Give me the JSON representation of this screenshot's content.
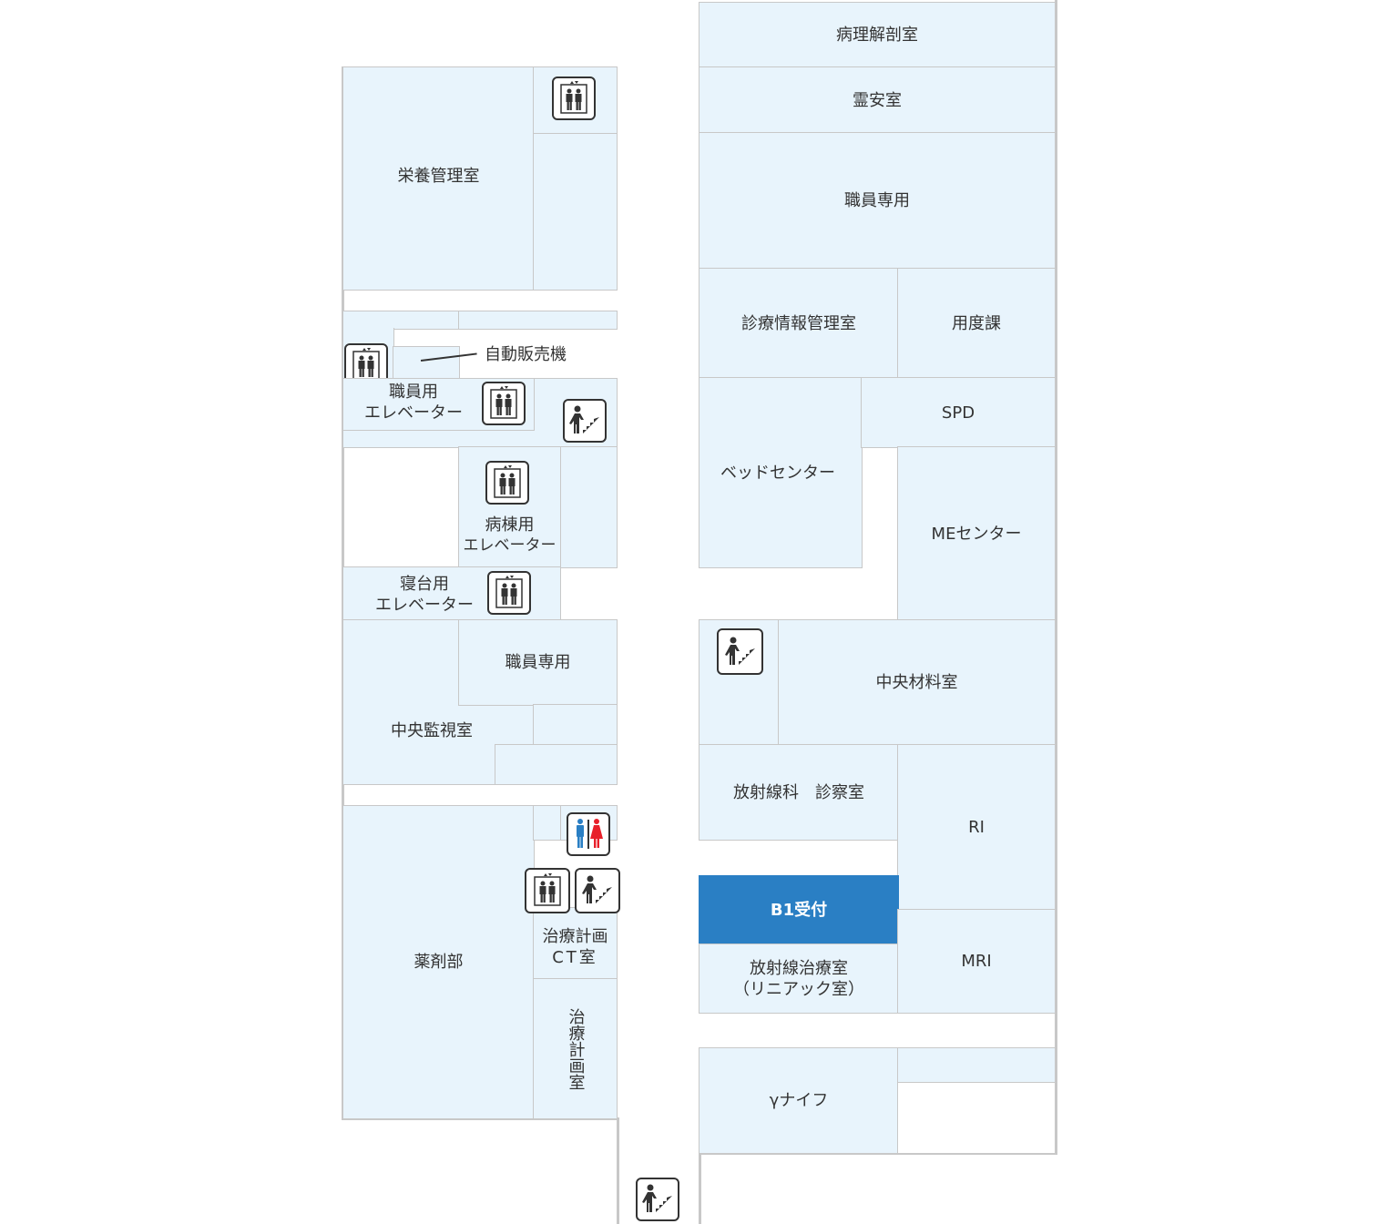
{
  "floor": "B1",
  "colors": {
    "room_fill": "#e8f4fc",
    "wall": "#c8c8c8",
    "accent": "#2a7fc4",
    "male": "#2a7fc4",
    "female": "#e8202a"
  },
  "left_wing": {
    "nutrition": "栄養管理室",
    "vending": "自動販売機",
    "staff_elevator": [
      "職員用",
      "エレベーター"
    ],
    "ward_elevator": [
      "病棟用",
      "エレベーター"
    ],
    "bed_elevator": [
      "寝台用",
      "エレベーター"
    ],
    "staff_only": "職員専用",
    "central_monitoring": "中央監視室",
    "pharmacy": "薬剤部",
    "ct_planning": [
      "治療計画",
      "CT室"
    ],
    "planning_room": "治療計画室"
  },
  "right_wing": {
    "pathology": "病理解剖室",
    "mortuary": "霊安室",
    "staff_only": "職員専用",
    "medical_records": "診療情報管理室",
    "supplies": "用度課",
    "spd": "SPD",
    "bed_center": "ベッドセンター",
    "me_center": "MEセンター",
    "central_supply": "中央材料室",
    "radiology_exam": "放射線科　診察室",
    "ri": "RI",
    "reception": "B1受付",
    "radiotherapy": [
      "放射線治療室",
      "（リニアック室）"
    ],
    "mri": "MRI",
    "gamma_knife": "γナイフ"
  },
  "icons": [
    "elevator-icon",
    "stairs-icon",
    "restroom-icon"
  ]
}
